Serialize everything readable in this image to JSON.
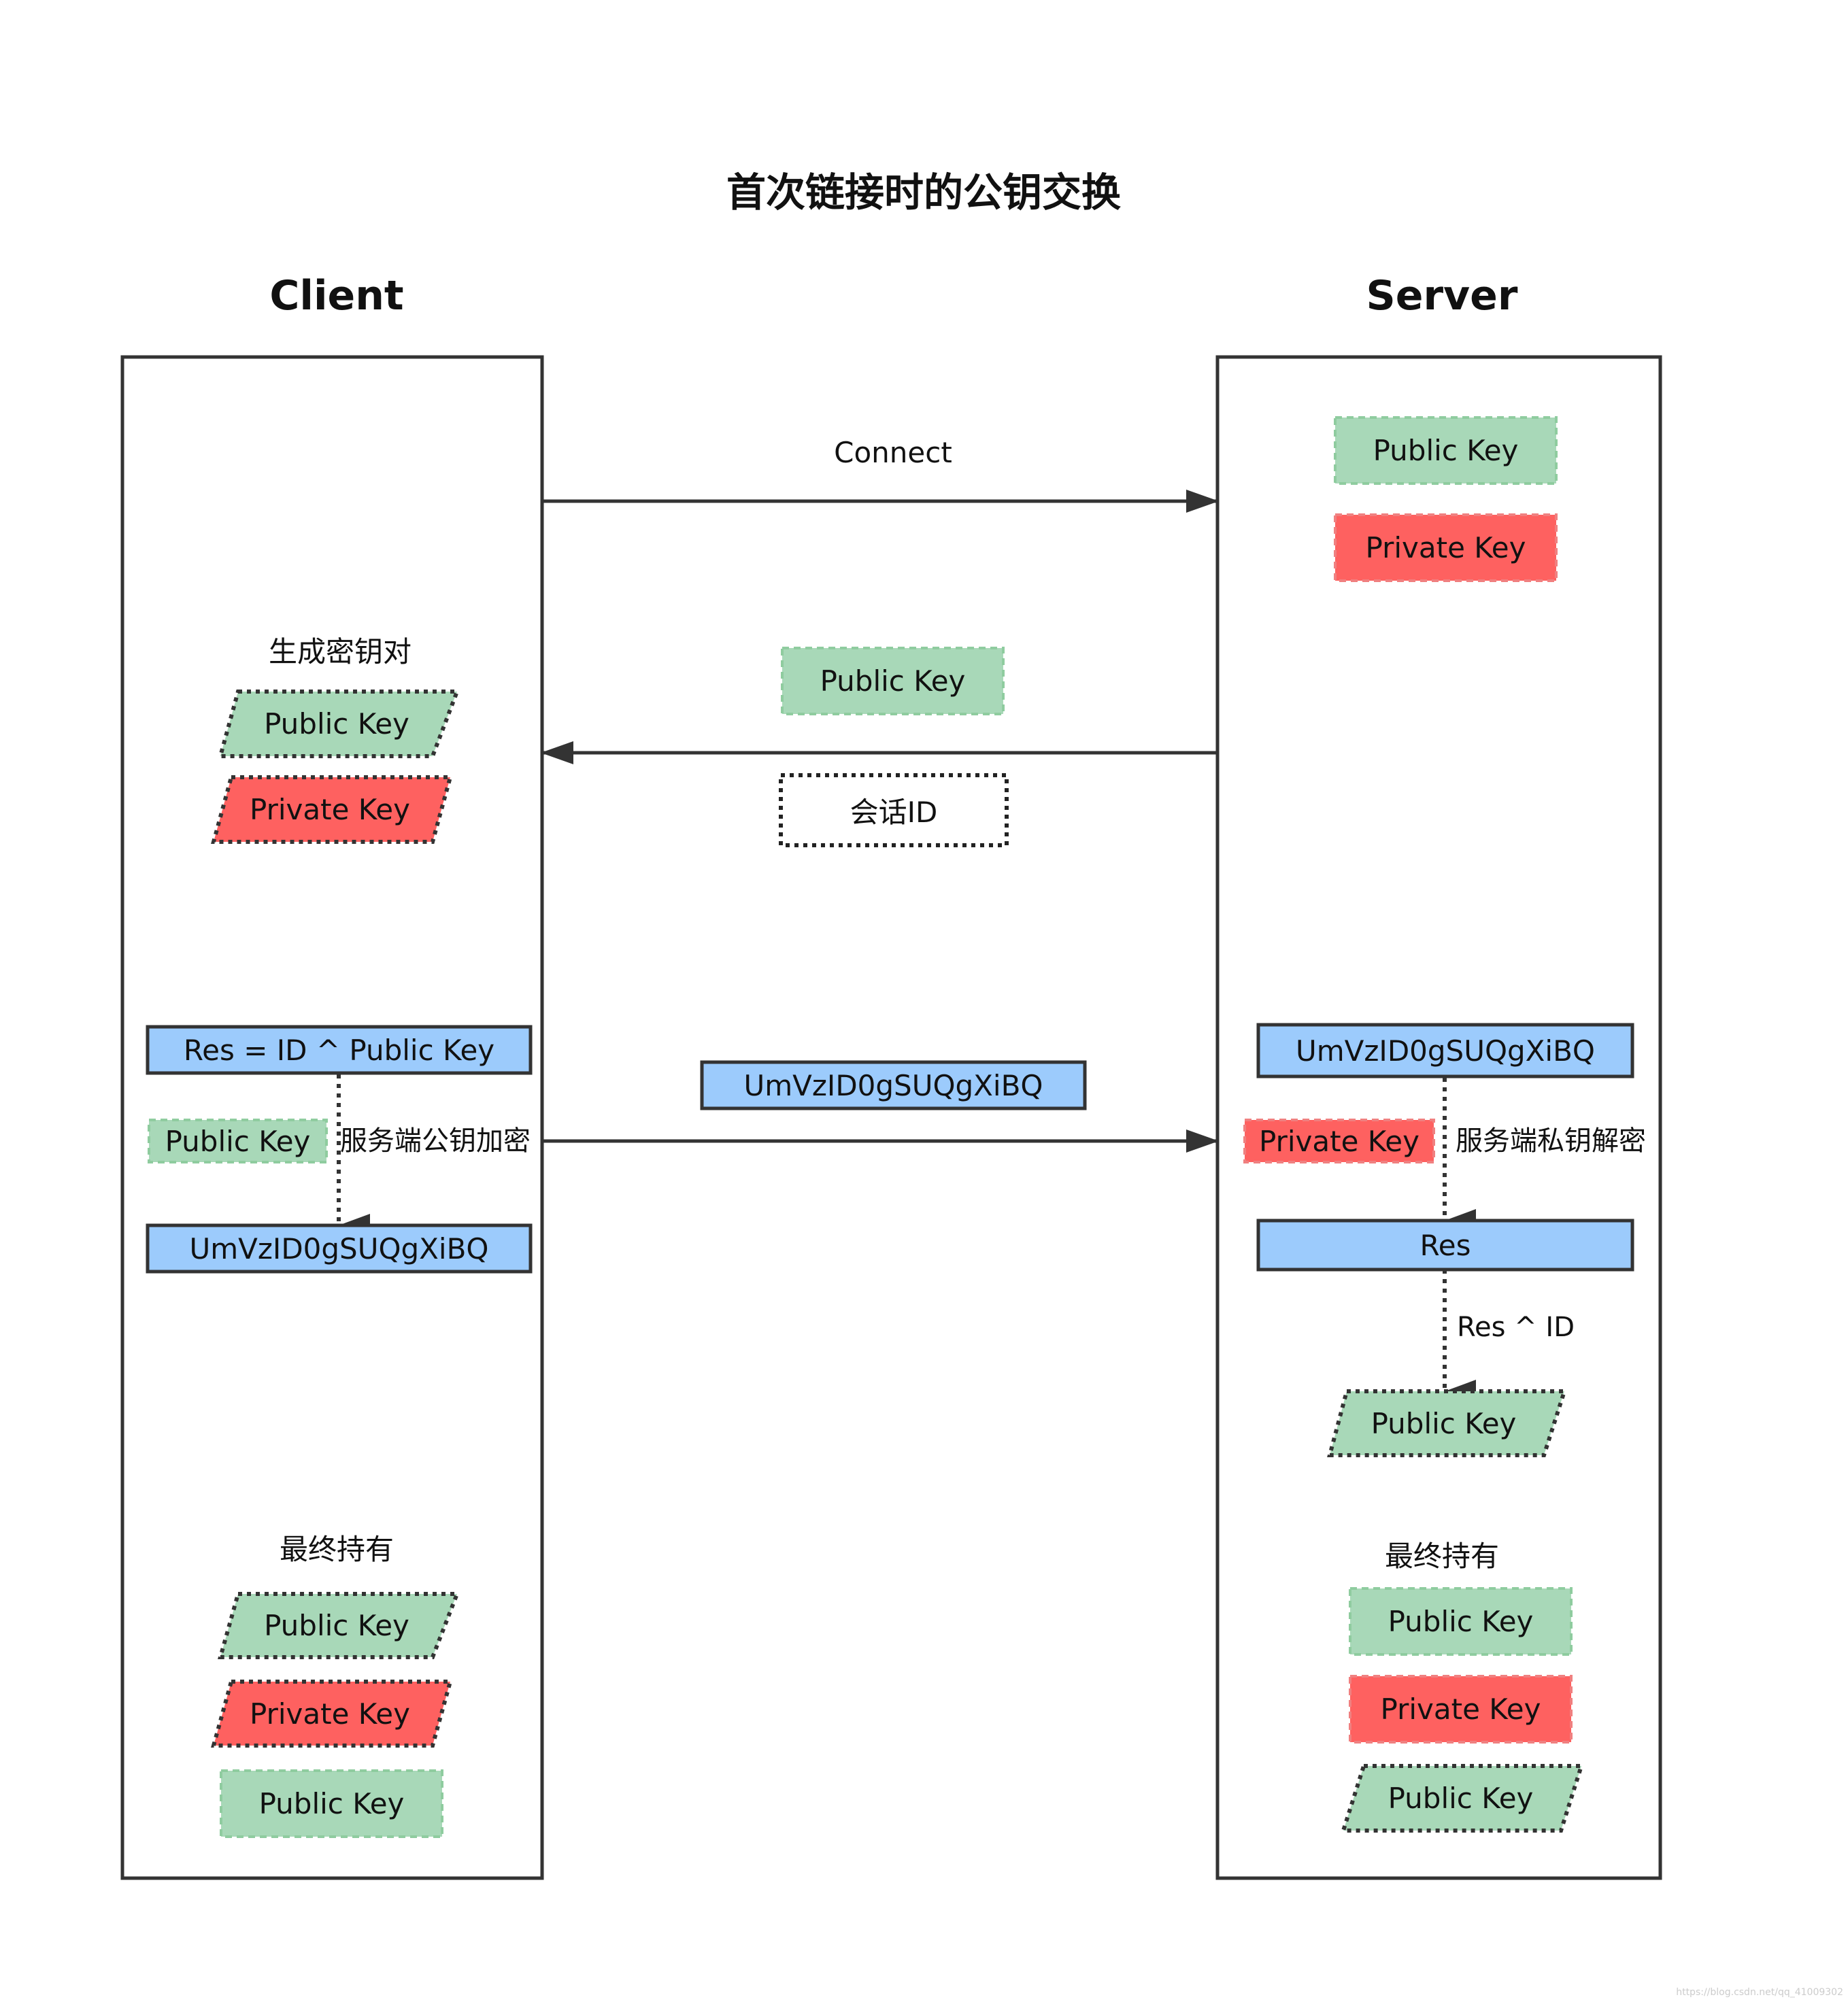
{
  "title": "首次链接时的公钥交换",
  "client": {
    "title": "Client",
    "generate_label": "生成密钥对",
    "gen_public_key": "Public Key",
    "gen_private_key": "Private Key",
    "res_formula": "Res = ID ^ Public Key",
    "server_public_key": "Public Key",
    "encrypt_label": "服务端公钥加密",
    "encrypted_value": "UmVzID0gSUQgXiBQ",
    "final_label": "最终持有",
    "final_public_key": "Public Key",
    "final_private_key": "Private Key",
    "final_server_public_key": "Public Key"
  },
  "server": {
    "title": "Server",
    "public_key": "Public Key",
    "private_key": "Private Key",
    "received_value": "UmVzID0gSUQgXiBQ",
    "decrypt_private_key": "Private Key",
    "decrypt_label": "服务端私钥解密",
    "res": "Res",
    "xor_label": "Res ^ ID",
    "client_public_key": "Public Key",
    "final_label": "最终持有",
    "final_public_key": "Public Key",
    "final_private_key": "Private Key",
    "final_client_public_key": "Public Key"
  },
  "messages": {
    "connect": "Connect",
    "public_key": "Public Key",
    "session_id": "会话ID",
    "encrypted": "UmVzID0gSUQgXiBQ"
  },
  "watermark": "https://blog.csdn.net/qq_41009302",
  "colors": {
    "green": "#a8d8b8",
    "red": "#fe6160",
    "blue": "#9ccbfc",
    "line": "#333333"
  }
}
